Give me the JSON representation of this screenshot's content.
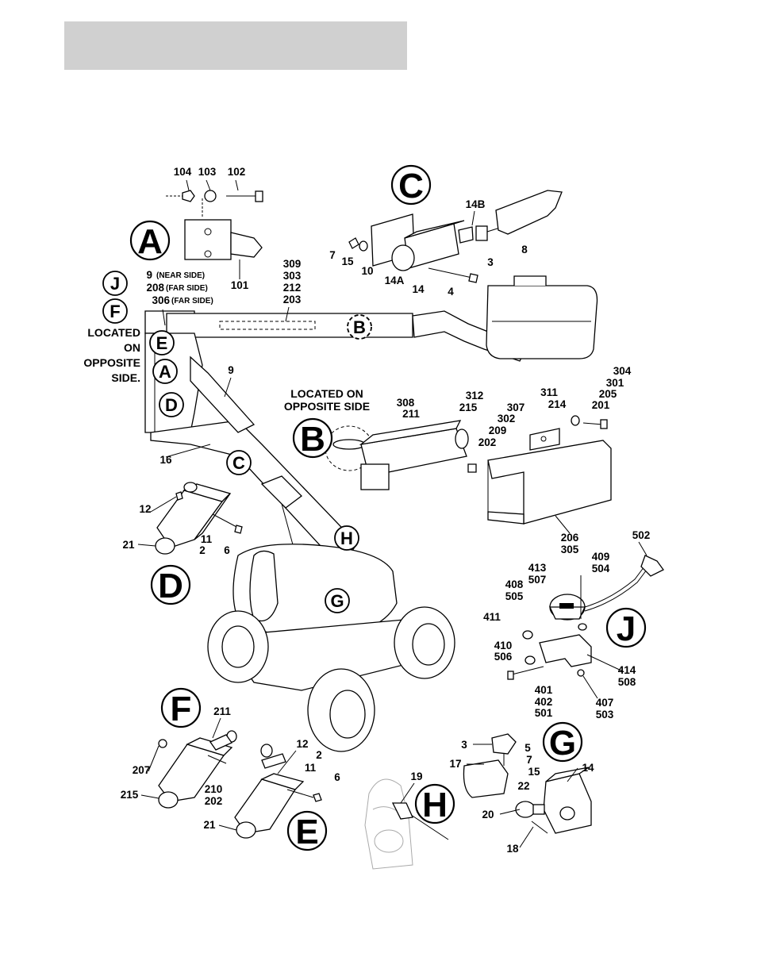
{
  "header": {
    "fill": "#d0d0d0"
  },
  "big_callouts": [
    {
      "id": "A",
      "label": "A"
    },
    {
      "id": "B",
      "label": "B"
    },
    {
      "id": "C",
      "label": "C"
    },
    {
      "id": "D",
      "label": "D"
    },
    {
      "id": "E",
      "label": "E"
    },
    {
      "id": "F",
      "label": "F"
    },
    {
      "id": "G",
      "label": "G"
    },
    {
      "id": "H",
      "label": "H"
    },
    {
      "id": "J",
      "label": "J"
    }
  ],
  "small_callouts": {
    "J": "J",
    "F": "F",
    "E": "E",
    "A": "A",
    "D": "D",
    "B": "B",
    "C": "C",
    "H": "H",
    "G": "G"
  },
  "notes": {
    "located_opposite_1": [
      "LOCATED",
      "ON",
      "OPPOSITE",
      "SIDE."
    ],
    "located_opposite_2": [
      "LOCATED ON",
      "OPPOSITE SIDE"
    ],
    "near_side": "(NEAR SIDE)",
    "far_side_1": "(FAR SIDE)",
    "far_side_2": "(FAR SIDE)"
  },
  "part_numbers": {
    "p104": "104",
    "p103": "103",
    "p102": "102",
    "p101": "101",
    "p9a": "9",
    "p208": "208",
    "p306": "306",
    "p309": "309",
    "p303": "303",
    "p212": "212",
    "p203": "203",
    "p14B": "14B",
    "p7": "7",
    "p15": "15",
    "p10": "10",
    "p14A": "14A",
    "p14": "14",
    "p3": "3",
    "p8": "8",
    "p4": "4",
    "p9b": "9",
    "p16": "16",
    "p308": "308",
    "p211": "211",
    "p312": "312",
    "p215": "215",
    "p307": "307",
    "p302": "302",
    "p209": "209",
    "p202": "202",
    "p311": "311",
    "p214": "214",
    "p304": "304",
    "p301": "301",
    "p205": "205",
    "p201": "201",
    "p206": "206",
    "p305": "305",
    "pD12": "12",
    "pD11": "11",
    "pD2": "2",
    "pD6": "6",
    "pD21": "21",
    "p502": "502",
    "p409": "409",
    "p504": "504",
    "p413": "413",
    "p507": "507",
    "p408": "408",
    "p505": "505",
    "p411": "411",
    "p410": "410",
    "p506": "506",
    "p414": "414",
    "p508": "508",
    "p401": "401",
    "p402": "402",
    "p501": "501",
    "p407": "407",
    "p503": "503",
    "pF211": "211",
    "pF207": "207",
    "pF210": "210",
    "pF202": "202",
    "pF215": "215",
    "pE12": "12",
    "pE2": "2",
    "pE11": "11",
    "pE6": "6",
    "pE21": "21",
    "pG3": "3",
    "pG5": "5",
    "pG7": "7",
    "pG17": "17",
    "pG15": "15",
    "pG14": "14",
    "pG22": "22",
    "pG20": "20",
    "pG18": "18",
    "pH19": "19"
  }
}
